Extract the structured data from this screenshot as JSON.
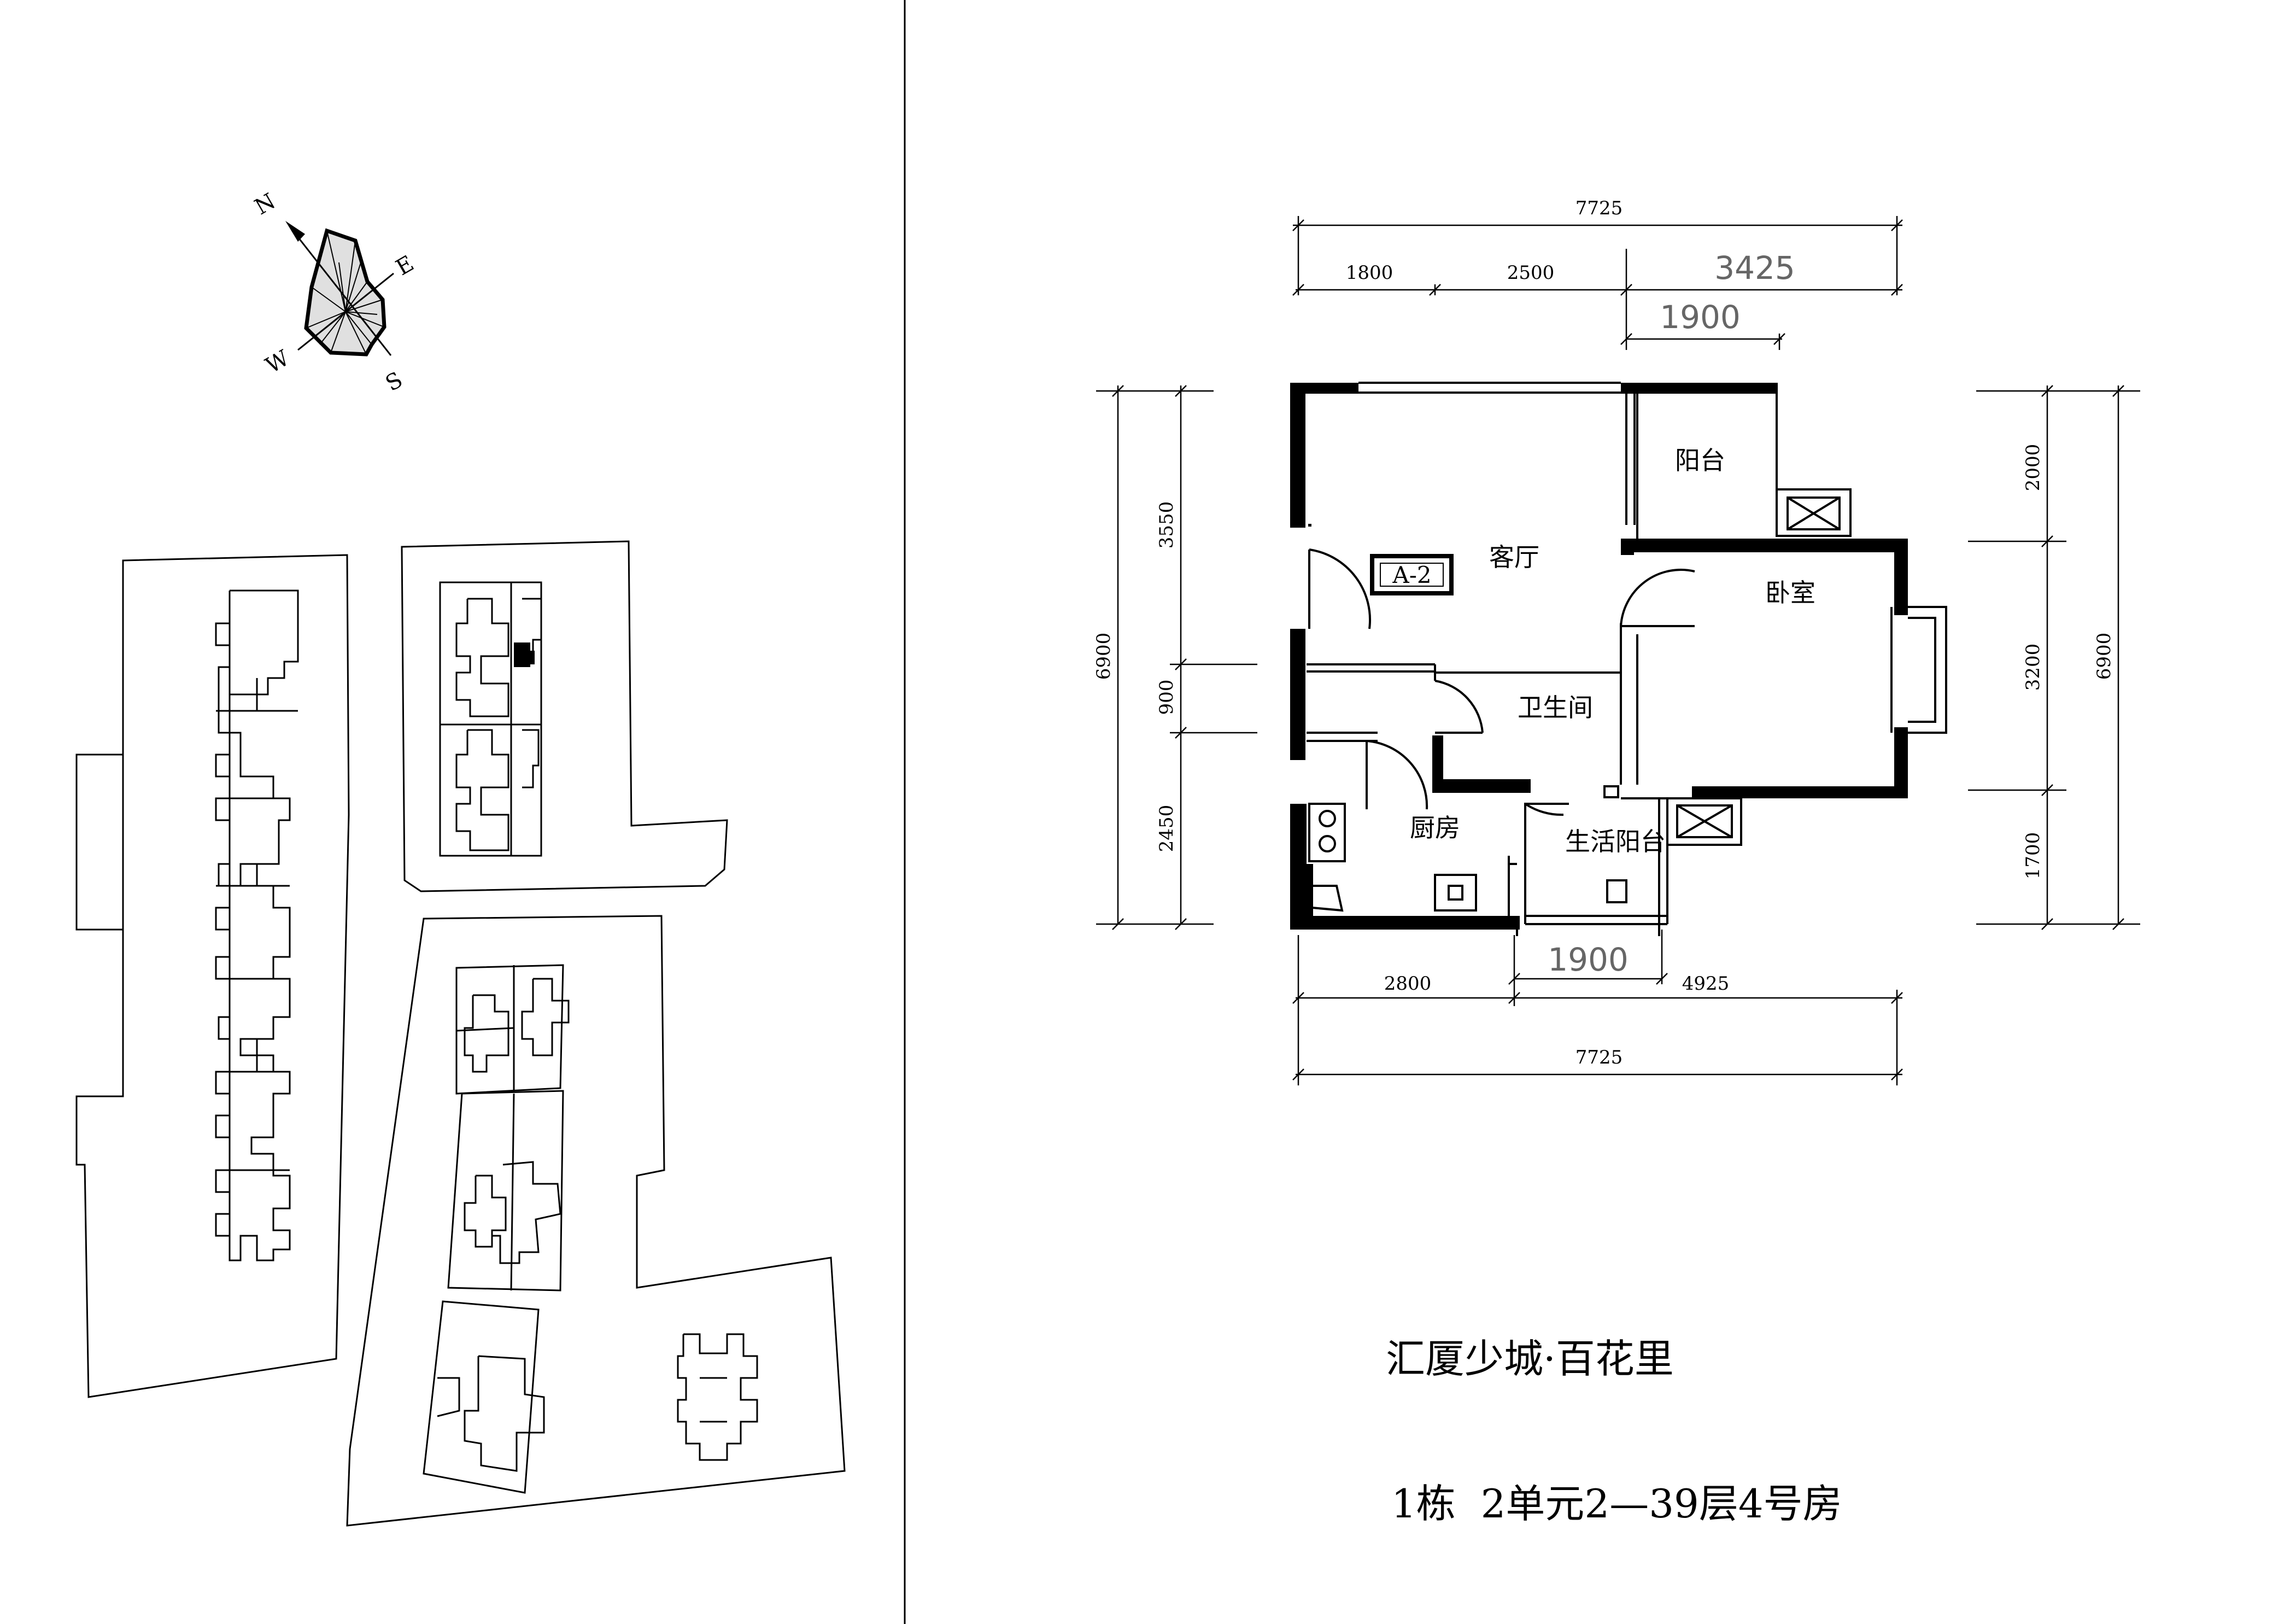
{
  "compass": {
    "n": "N",
    "e": "E",
    "s": "S",
    "w": "W"
  },
  "plan": {
    "unit_tag": "A-2",
    "rooms": {
      "living": "客厅",
      "balcony": "阳台",
      "bedroom": "卧室",
      "bathroom": "卫生间",
      "kitchen": "厨房",
      "utility_balcony": "生活阳台"
    },
    "dims": {
      "top_total": "7725",
      "top_1": "1800",
      "top_2": "2500",
      "top_3": "3425",
      "top_sub": "1900",
      "left_total": "6900",
      "left_1": "3550",
      "left_2": "900",
      "left_3": "2450",
      "right_total": "6900",
      "right_1": "2000",
      "right_2": "3200",
      "right_3": "1700",
      "bottom_sub": "1900",
      "bottom_1": "2800",
      "bottom_2": "4925",
      "bottom_total": "7725"
    }
  },
  "caption": {
    "project": "汇厦少城·百花里",
    "unit": "1栋  2单元2—39层4号房"
  }
}
